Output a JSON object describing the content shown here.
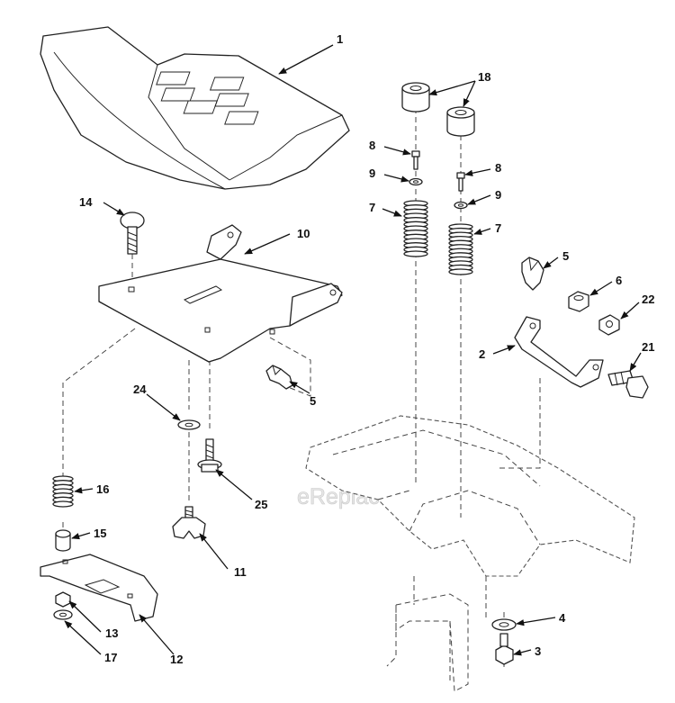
{
  "watermark": "eReplacementParts.com",
  "callouts": {
    "c1": "1",
    "c18": "18",
    "c8a": "8",
    "c8b": "8",
    "c9a": "9",
    "c9b": "9",
    "c7a": "7",
    "c7b": "7",
    "c14": "14",
    "c10": "10",
    "c5a": "5",
    "c5b": "5",
    "c6": "6",
    "c22": "22",
    "c2": "2",
    "c21": "21",
    "c24": "24",
    "c25": "25",
    "c16": "16",
    "c15": "15",
    "c11": "11",
    "c13": "13",
    "c12": "12",
    "c17": "17",
    "c4": "4",
    "c3": "3"
  }
}
